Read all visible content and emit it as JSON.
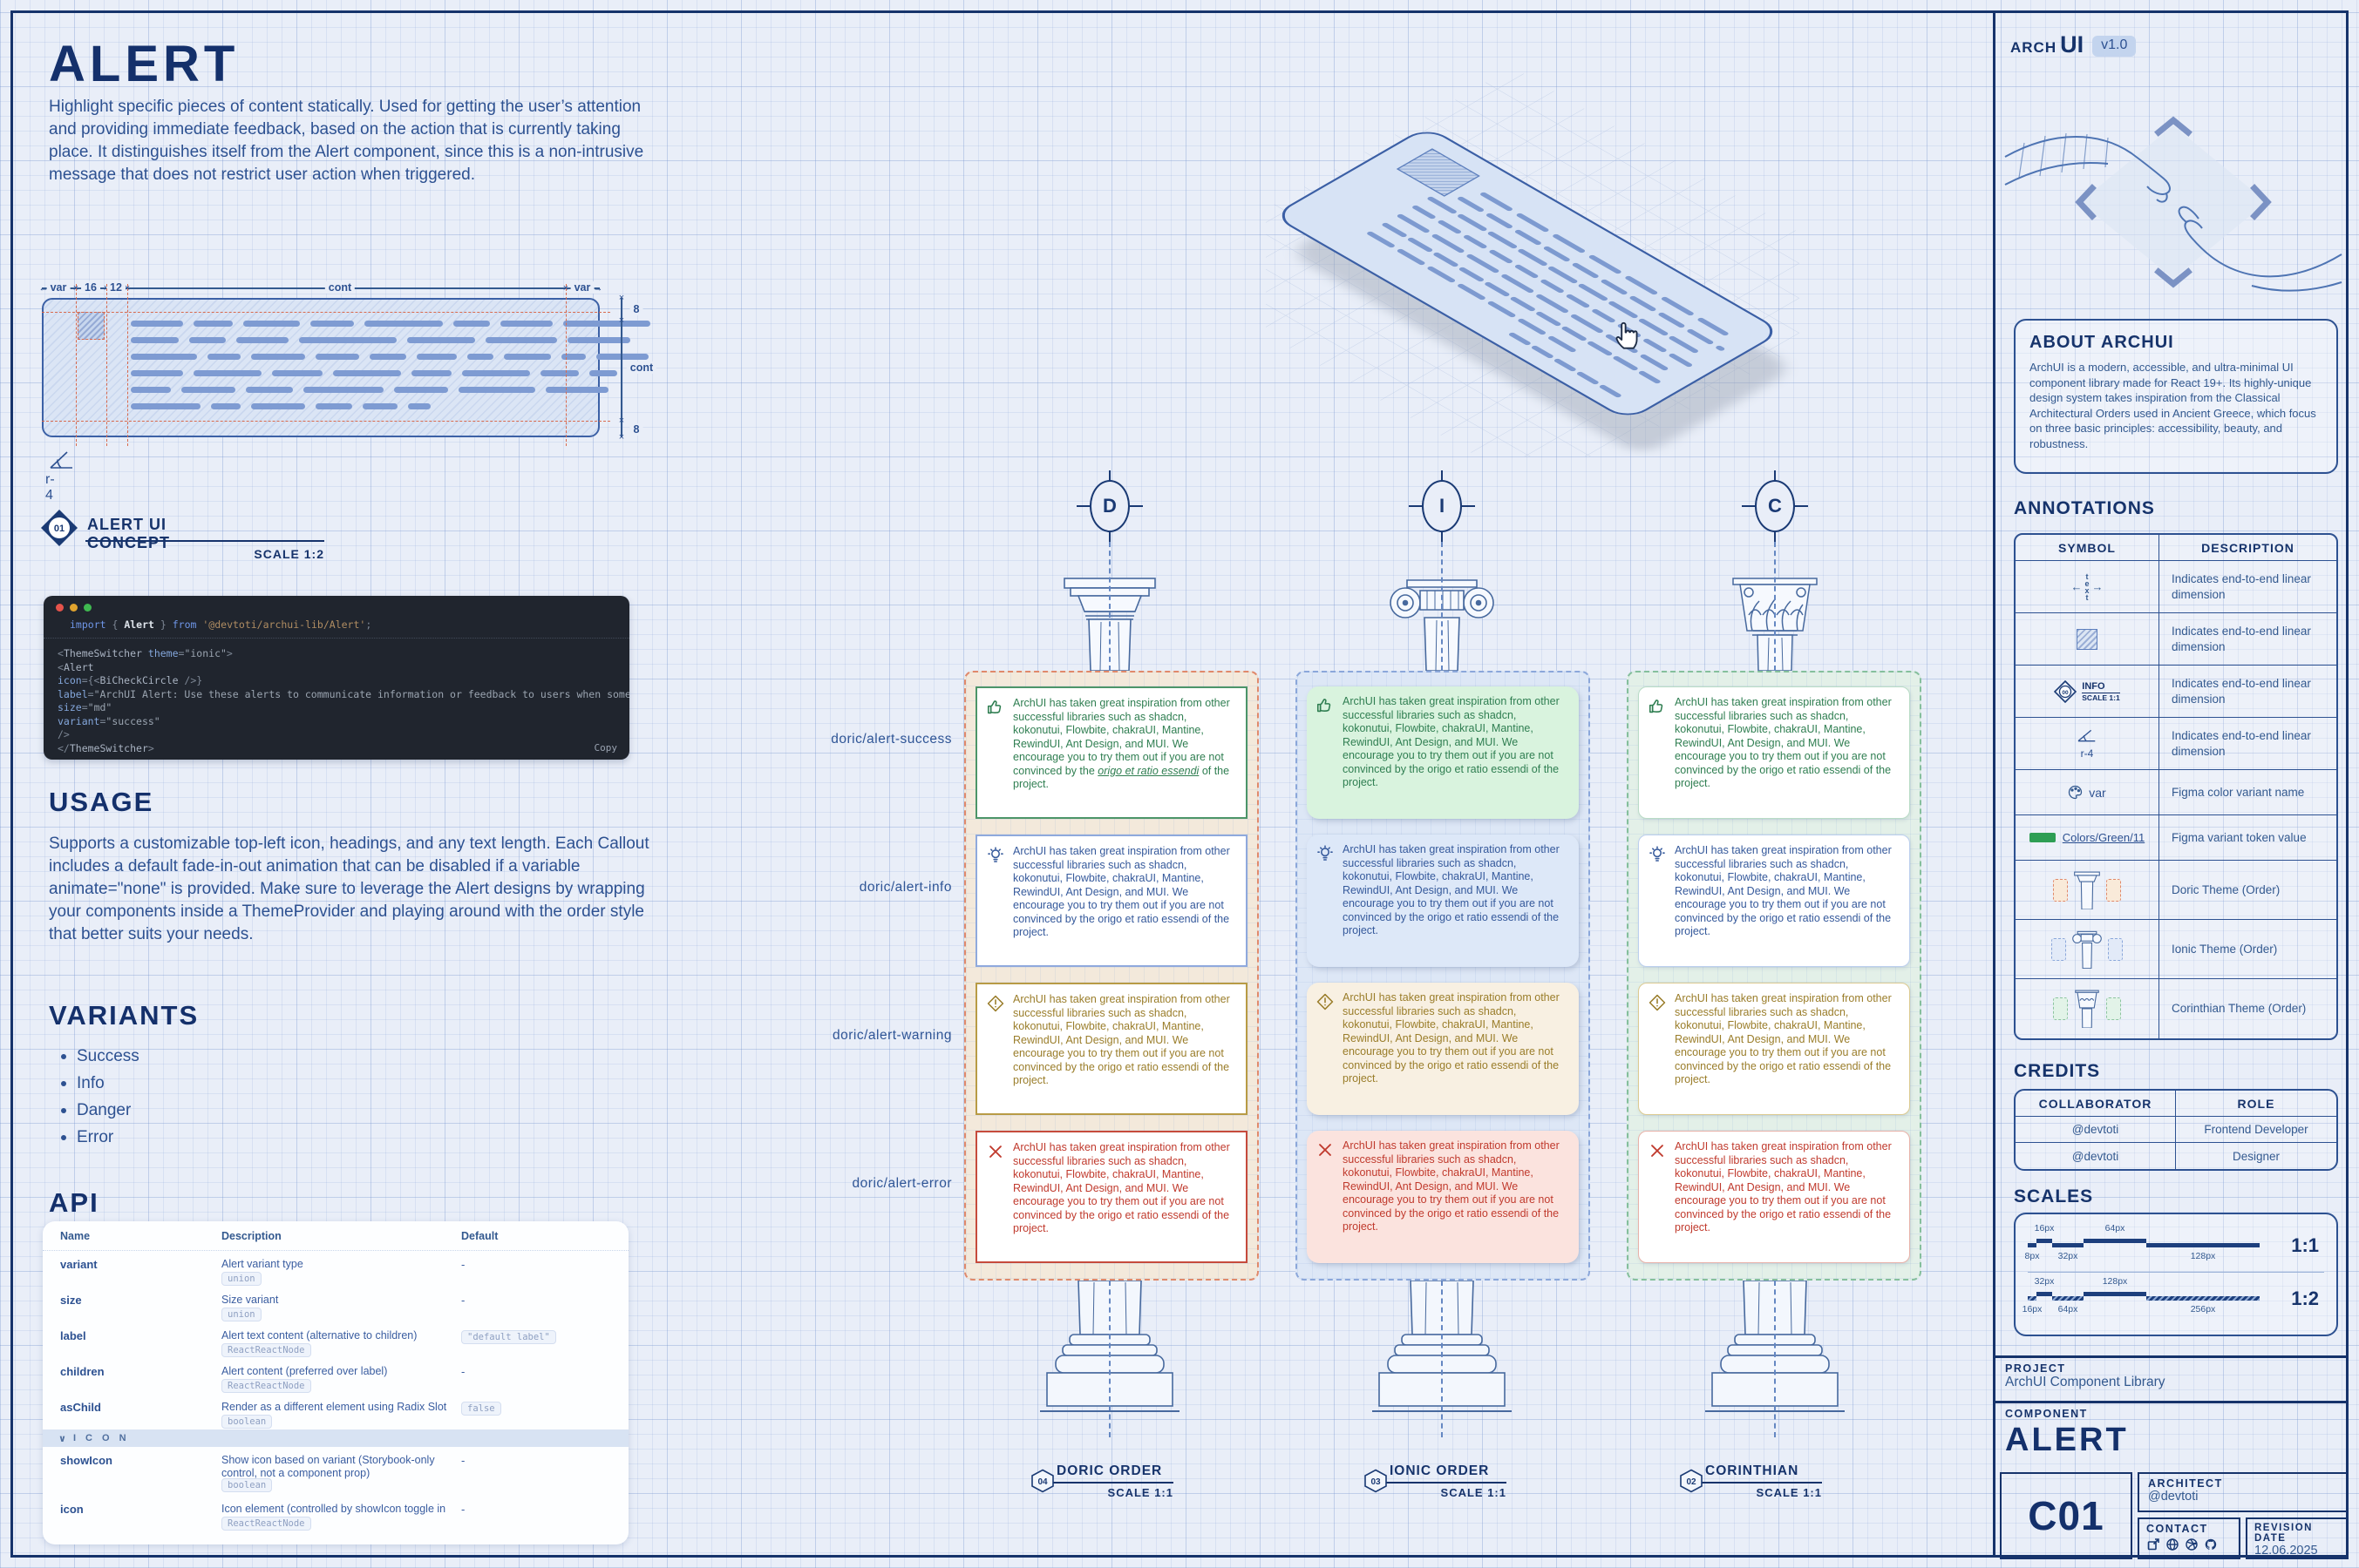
{
  "left": {
    "title": "ALERT",
    "intro": "Highlight specific pieces of content statically. Used for getting the user’s attention and providing immediate feedback, based on the action that is currently taking place. It distinguishes itself from the Alert component, since this is a non-intrusive message that does not restrict user action when triggered.",
    "concept": {
      "top_labels": [
        "var",
        "16",
        "12",
        "cont",
        "var"
      ],
      "right_labels": [
        "8",
        "cont",
        "8"
      ],
      "radius_label": "r-4",
      "ref": "01",
      "ref_title": "ALERT UI CONCEPT",
      "ref_scale": "SCALE 1:2"
    },
    "code": {
      "import_line": [
        [
          "tk-kw",
          "import"
        ],
        [
          "tk-pl",
          " { "
        ],
        [
          "tk-tag2",
          "Alert"
        ],
        [
          "tk-pl",
          " } "
        ],
        [
          "tk-kw",
          "from"
        ],
        [
          "tk-pl",
          " "
        ],
        [
          "tk-strA",
          "'@devtoti/archui-lib/Alert'"
        ],
        [
          "tk-pl",
          ";"
        ]
      ],
      "body_lines": [
        [
          [
            "tk-pl",
            "<"
          ],
          [
            "tk-tag",
            "ThemeSwitcher"
          ],
          [
            "tk-pl",
            " "
          ],
          [
            "tk-attr",
            "theme"
          ],
          [
            "tk-pl",
            "="
          ],
          [
            "tk-str",
            "\"ionic\""
          ],
          [
            "tk-pl",
            ">"
          ]
        ],
        [
          [
            "tk-pl",
            "  <"
          ],
          [
            "tk-tag",
            "Alert"
          ]
        ],
        [
          [
            "tk-pl",
            "    "
          ],
          [
            "tk-attr",
            "icon"
          ],
          [
            "tk-pl",
            "={<"
          ],
          [
            "tk-tag",
            "BiCheckCircle"
          ],
          [
            "tk-pl",
            " />}"
          ]
        ],
        [
          [
            "tk-pl",
            "    "
          ],
          [
            "tk-attr",
            "label"
          ],
          [
            "tk-pl",
            "="
          ],
          [
            "tk-str",
            "\"ArchUI Alert: Use these alerts to communicate information or feedback to users when something requires their atten"
          ]
        ],
        [
          [
            "tk-pl",
            "    "
          ],
          [
            "tk-attr",
            "size"
          ],
          [
            "tk-pl",
            "="
          ],
          [
            "tk-str",
            "\"md\""
          ]
        ],
        [
          [
            "tk-pl",
            "    "
          ],
          [
            "tk-attr",
            "variant"
          ],
          [
            "tk-pl",
            "="
          ],
          [
            "tk-str",
            "\"success\""
          ]
        ],
        [
          [
            "tk-pl",
            "  />"
          ]
        ],
        [
          [
            "tk-pl",
            "</"
          ],
          [
            "tk-tag",
            "ThemeSwitcher"
          ],
          [
            "tk-pl",
            ">"
          ]
        ]
      ],
      "copy_label": "Copy"
    },
    "usage": {
      "title": "USAGE",
      "body": "Supports a customizable top-left icon, headings, and any text length. Each Callout includes a default fade-in-out animation that can be disabled if a variable animate=\"none\" is provided. Make sure to leverage the Alert designs by wrapping your components inside a ThemeProvider and playing around with the order style that better suits your needs."
    },
    "variants_section": {
      "title": "VARIANTS",
      "items": [
        "Success",
        "Info",
        "Danger",
        "Error"
      ]
    },
    "api": {
      "title": "API",
      "headers": [
        "Name",
        "Description",
        "Default"
      ],
      "rows": [
        {
          "name": "variant",
          "desc": "Alert variant type",
          "type": "union",
          "def": "-",
          "def_badge": false
        },
        {
          "name": "size",
          "desc": "Size variant",
          "type": "union",
          "def": "-",
          "def_badge": false
        },
        {
          "name": "label",
          "desc": "Alert text content (alternative to children)",
          "type": "ReactReactNode",
          "def": "\"default label\"",
          "def_badge": true
        },
        {
          "name": "children",
          "desc": "Alert content (preferred over label)",
          "type": "ReactReactNode",
          "def": "-",
          "def_badge": false
        },
        {
          "name": "asChild",
          "desc": "Render as a different element using Radix Slot",
          "type": "boolean",
          "def": "false",
          "def_badge": true
        }
      ],
      "icon_group": {
        "label": "ICON",
        "rows": [
          {
            "name": "showIcon",
            "desc": "Show icon based on variant (Storybook-only control, not a component prop)",
            "type": "boolean",
            "def": "-",
            "def_badge": false
          },
          {
            "name": "icon",
            "desc": "Icon element (controlled by showIcon toggle in Storybook)",
            "type": "ReactReactNode",
            "def": "-",
            "def_badge": false
          }
        ]
      }
    }
  },
  "middle": {
    "markers": [
      "D",
      "I",
      "C"
    ],
    "row_labels": [
      "doric/alert-success",
      "doric/alert-info",
      "doric/alert-warning",
      "doric/alert-error"
    ],
    "alert_body": {
      "before": "ArchUI has taken great inspiration from other successful libraries such as shadcn, kokonutui, Flowbite, chakraUI, Mantine, RewindUI, Ant Design, and MUI. We encourage you to try them out if you are not convinced by the ",
      "emphasis": "origo et ratio essendi",
      "after": " of the project."
    },
    "columns": [
      {
        "id": "doric",
        "marker": "D"
      },
      {
        "id": "ionic",
        "marker": "I"
      },
      {
        "id": "corinthian",
        "marker": "C"
      }
    ],
    "variants": [
      {
        "id": "success",
        "icon": "thumbs-up-icon"
      },
      {
        "id": "info",
        "icon": "lightbulb-icon"
      },
      {
        "id": "warning",
        "icon": "diamond-exclamation-icon"
      },
      {
        "id": "error",
        "icon": "x-icon"
      }
    ],
    "orders": [
      {
        "ref": "04",
        "name": "DORIC ORDER",
        "scale": "SCALE 1:1"
      },
      {
        "ref": "03",
        "name": "IONIC ORDER",
        "scale": "SCALE 1:1"
      },
      {
        "ref": "02",
        "name": "CORINTHIAN",
        "scale": "SCALE 1:1"
      }
    ]
  },
  "sidebar": {
    "logo": {
      "arch": "ARCH",
      "ui": "UI",
      "version": "v1.0"
    },
    "about": {
      "title": "ABOUT ARCHUI",
      "body": "ArchUI is a modern, accessible, and ultra-minimal UI component library made for React 19+. Its highly-unique design system takes inspiration from the Classical Architectural Orders used in Ancient Greece, which focus on three basic principles: accessibility, beauty, and robustness."
    },
    "annotations": {
      "title": "ANNOTATIONS",
      "headers": [
        "SYMBOL",
        "DESCRIPTION"
      ],
      "rows": [
        {
          "symbol": "linear-dimension-text",
          "desc": "Indicates end-to-end linear dimension"
        },
        {
          "symbol": "hatch-area",
          "desc": "Indicates end-to-end linear dimension"
        },
        {
          "symbol": "info-reference",
          "desc": "Indicates end-to-end linear dimension"
        },
        {
          "symbol": "corner-radius",
          "desc": "Indicates end-to-end linear dimension"
        },
        {
          "symbol": "figma-variant",
          "desc": "Figma color variant name"
        },
        {
          "symbol": "token-swatch",
          "desc": "Figma variant token value"
        },
        {
          "symbol": "doric-column",
          "desc": "Doric Theme (Order)"
        },
        {
          "symbol": "ionic-column",
          "desc": "Ionic Theme (Order)"
        },
        {
          "symbol": "corinthian-column",
          "desc": "Corinthian Theme (Order)"
        }
      ],
      "info_ref": {
        "ref": "00",
        "title": "INFO",
        "scale": "SCALE 1:1"
      },
      "radius_label": "r-4",
      "var_label": "var",
      "token_label": "Colors/Green/11",
      "token_color": "#2e9e54"
    },
    "credits": {
      "title": "CREDITS",
      "headers": [
        "COLLABORATOR",
        "ROLE"
      ],
      "rows": [
        [
          "@devtoti",
          "Frontend Developer"
        ],
        [
          "@devtoti",
          "Designer"
        ]
      ]
    },
    "scales": {
      "title": "SCALES",
      "rows": [
        {
          "ratio": "1:1",
          "top": [
            "16px",
            "64px"
          ],
          "bottom": [
            "8px",
            "32px",
            "128px"
          ],
          "hatched": false
        },
        {
          "ratio": "1:2",
          "top": [
            "32px",
            "128px"
          ],
          "bottom": [
            "16px",
            "64px",
            "256px"
          ],
          "hatched": true
        }
      ]
    },
    "project": {
      "label": "PROJECT",
      "value": "ArchUI Component Library"
    },
    "component": {
      "label": "COMPONENT",
      "value": "ALERT"
    },
    "sheet_code": "C01",
    "architect": {
      "label": "ARCHITECT",
      "value": "@devtoti"
    },
    "contact": {
      "label": "CONTACT",
      "icons": [
        "external-link-icon",
        "globe-icon",
        "dribbble-icon",
        "github-icon"
      ]
    },
    "revision": {
      "label": "REVISION DATE",
      "value": "12.06.2025"
    }
  }
}
